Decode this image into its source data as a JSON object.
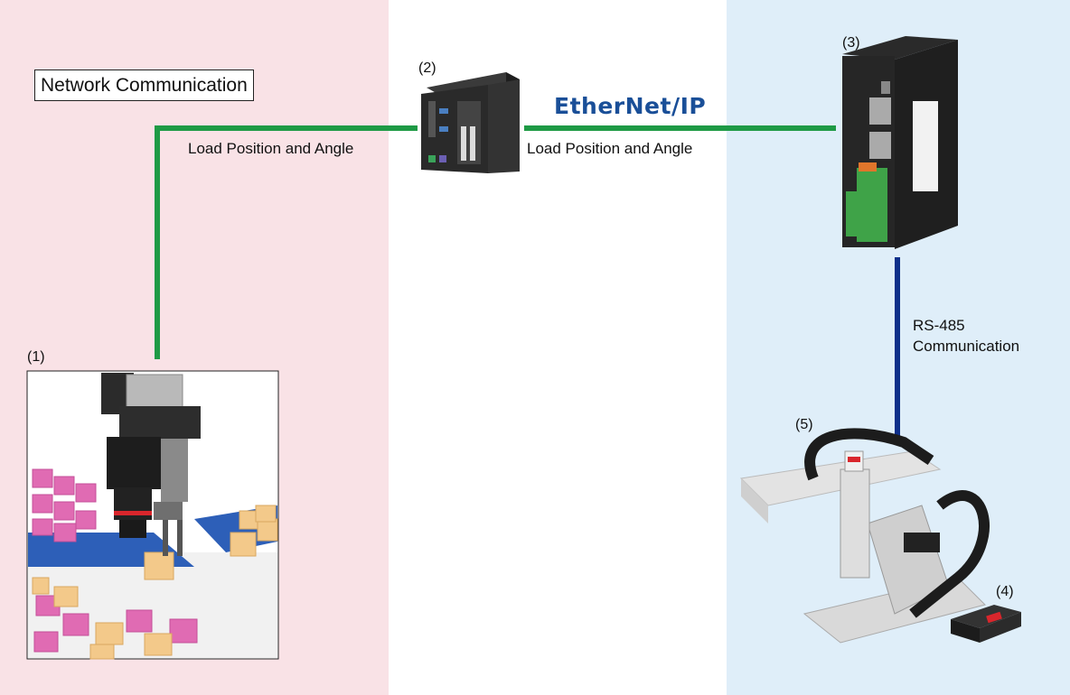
{
  "title": "Network Communication",
  "labels": {
    "link_left": "Load Position and Angle",
    "link_right": "Load Position and Angle",
    "rs485_line1": "RS-485",
    "rs485_line2": "Communication"
  },
  "ethernet_logo": "EtherNet/IP",
  "numbers": {
    "n1": "(1)",
    "n2": "(2)",
    "n3": "(3)",
    "n4": "(4)",
    "n5": "(5)"
  },
  "colors": {
    "ethernet_line": "#1e9a45",
    "rs485_line": "#0d2f8a",
    "zone_left": "#f9e2e6",
    "zone_right": "#dfeef9"
  }
}
